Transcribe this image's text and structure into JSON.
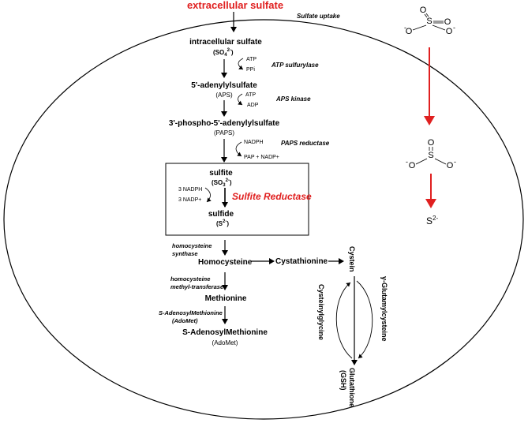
{
  "colors": {
    "highlight": "#e02020",
    "ink": "#000000"
  },
  "header": {
    "extracellular": "extracellular sulfate",
    "uptake": "Sulfate uptake"
  },
  "pathway": {
    "intracellular": "intracellular sulfate",
    "so4": "(SO",
    "so4_sub": "4",
    "so4_sup": "2-",
    "so4_close": ")",
    "atp1": "ATP",
    "ppi": "PPi",
    "enzyme1": "ATP sulfurylase",
    "aps": "5'-adenylylsulfate",
    "aps_abbr": "(APS)",
    "atp2": "ATP",
    "adp": "ADP",
    "enzyme2": "APS kinase",
    "paps": "3'-phospho-5'-adenylylsulfate",
    "paps_abbr": "(PAPS)",
    "nadph": "NADPH",
    "pap": "PAP + NADP+",
    "enzyme3": "PAPS reductase"
  },
  "box": {
    "sulfite": "sulfite",
    "so3": "(SO",
    "so3_sub": "3",
    "so3_sup": "2-",
    "so3_close": ")",
    "nadph3": "3 NADPH",
    "nadp3": "3 NADP+",
    "enzyme": "Sulfite Reductase",
    "sulfide": "sulfide",
    "s2": "(S",
    "s2_sup": "2-",
    "s2_close": ")"
  },
  "lower": {
    "enzyme_hs_1": "homocysteine",
    "enzyme_hs_2": "synthase",
    "homocysteine": "Homocysteine",
    "cystathionine": "Cystathionine",
    "enzyme_mt_1": "homocysteine",
    "enzyme_mt_2": "methyl-transferase",
    "methionine": "Methionine",
    "enzyme_am_1": "S-AdenosylMethionine",
    "enzyme_am_2": "(AdoMet)",
    "adomet": "S-AdenosylMethionine",
    "adomet_abbr": "(AdoMet)"
  },
  "glutathione": {
    "cystein": "Cystein",
    "gamma_glu": "γ-Glutamylcysteine",
    "cysgly": "Cysteinylglycine",
    "gsh_1": "Glutathione",
    "gsh_2": "(GSH)"
  },
  "structures": {
    "sulfate_o": "O",
    "sulfate_s": "S",
    "sulfate_minus": "-",
    "sulfite_o": "O",
    "sulfite_s": "S",
    "sulfite_minus": "-",
    "sulfide": "S",
    "sulfide_charge": "2-"
  }
}
